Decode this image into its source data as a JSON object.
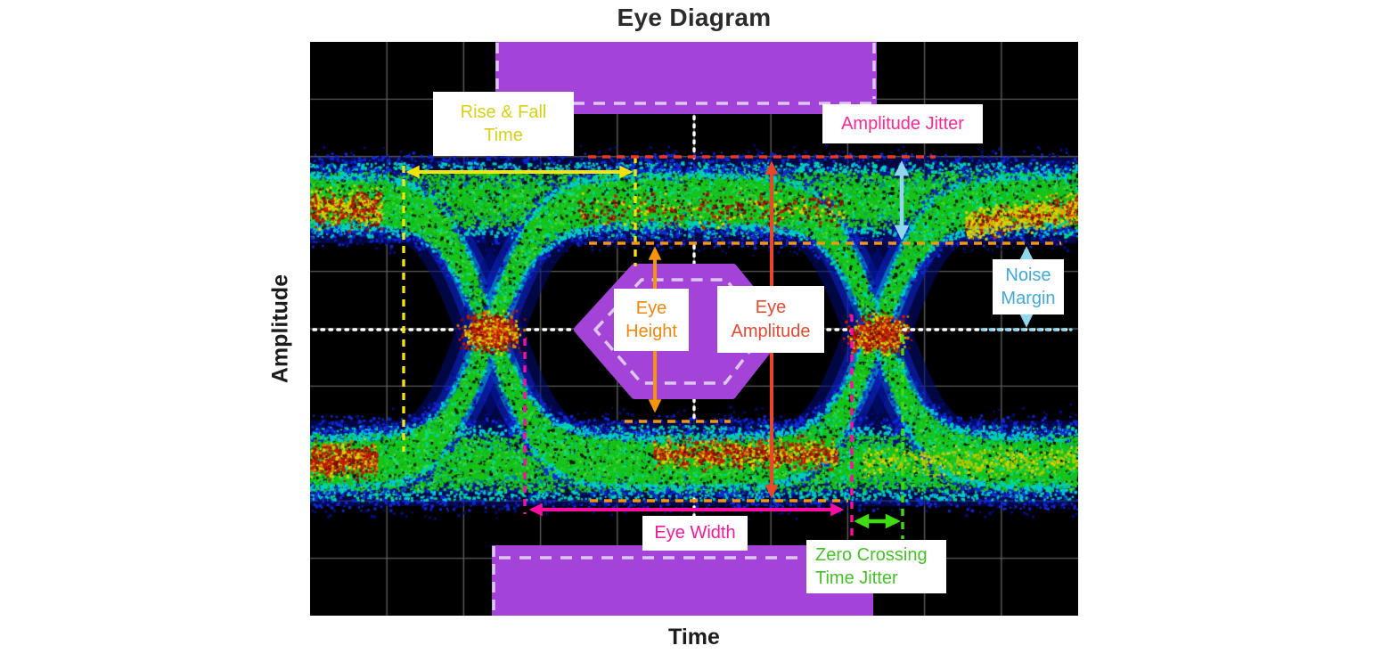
{
  "title": "Eye Diagram",
  "axes": {
    "y_label": "Amplitude",
    "x_label": "Time"
  },
  "annotations": {
    "rise_fall": {
      "line1": "Rise & Fall",
      "line2": "Time",
      "color": "#d9cf14"
    },
    "amp_jitter": {
      "label": "Amplitude Jitter",
      "color": "#fa2892"
    },
    "eye_height": {
      "line1": "Eye",
      "line2": "Height",
      "color": "#f2870b"
    },
    "eye_amplitude": {
      "line1": "Eye",
      "line2": "Amplitude",
      "color": "#e64a30"
    },
    "noise_margin": {
      "line1": "Noise",
      "line2": "Margin",
      "color": "#41a9d9"
    },
    "eye_width": {
      "label": "Eye Width",
      "color": "#f3199c"
    },
    "zero_crossing": {
      "line1": "Zero Crossing",
      "line2": "Time Jitter",
      "color": "#44c227"
    }
  },
  "colors": {
    "yellow": "#f5e400",
    "red": "#e9462c",
    "red_dash": "#e93a22",
    "orange": "#f5950c",
    "pink": "#fb0da2",
    "green": "#3fdd0f",
    "cyan_arrow": "#8fd6ee",
    "white_dotted": "#ffffff",
    "cyan_dotted": "#8fd6ee",
    "mask_purple": "#a443d8",
    "mask_dash": "#dcc7f0",
    "title_color": "#2b2b2b"
  },
  "figure": {
    "type": "eye-diagram-density-plot",
    "palette": {
      "background": "#000000",
      "grid": "#5c5c5c",
      "navy": "#000d7a",
      "blue": "#1028d8",
      "cyan": "#00c8d8",
      "teal": "#00d89a",
      "green": "#17c317",
      "green2": "#3fd83f",
      "yellow": "#d8d400",
      "orange": "#e07800",
      "red": "#c41a00",
      "darkred": "#7a0d00"
    }
  }
}
